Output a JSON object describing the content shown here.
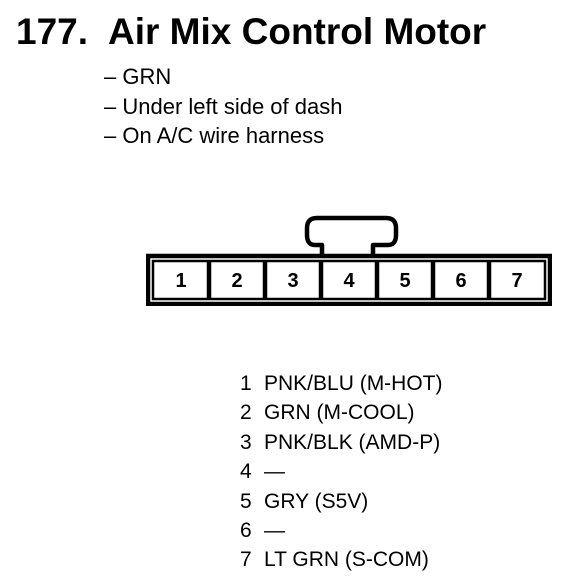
{
  "header": {
    "number": "177.",
    "name": "Air Mix Control Motor"
  },
  "notes": [
    "– GRN",
    "– Under left side of dash",
    "– On A/C wire harness"
  ],
  "connector": {
    "terminals": [
      "1",
      "2",
      "3",
      "4",
      "5",
      "6",
      "7"
    ],
    "locking_tab_position": "4"
  },
  "pinout": [
    {
      "pin": "1",
      "desc": "PNK/BLU (M-HOT)"
    },
    {
      "pin": "2",
      "desc": "GRN (M-COOL)"
    },
    {
      "pin": "3",
      "desc": "PNK/BLK (AMD-P)"
    },
    {
      "pin": "4",
      "desc": "—"
    },
    {
      "pin": "5",
      "desc": "GRY (S5V)"
    },
    {
      "pin": "6",
      "desc": "—"
    },
    {
      "pin": "7",
      "desc": "LT GRN (S-COM)"
    }
  ]
}
